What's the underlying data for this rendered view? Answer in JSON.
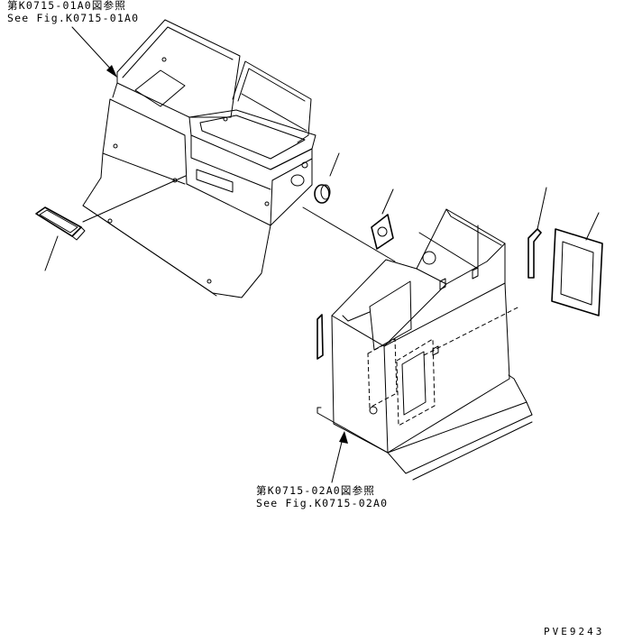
{
  "references": [
    {
      "jp": "第K0715-01A0図参照",
      "en": "See Fig.K0715-01A0"
    },
    {
      "jp": "第K0715-02A0図参照",
      "en": "See Fig.K0715-02A0"
    }
  ],
  "drawing_code": "PVE9243"
}
